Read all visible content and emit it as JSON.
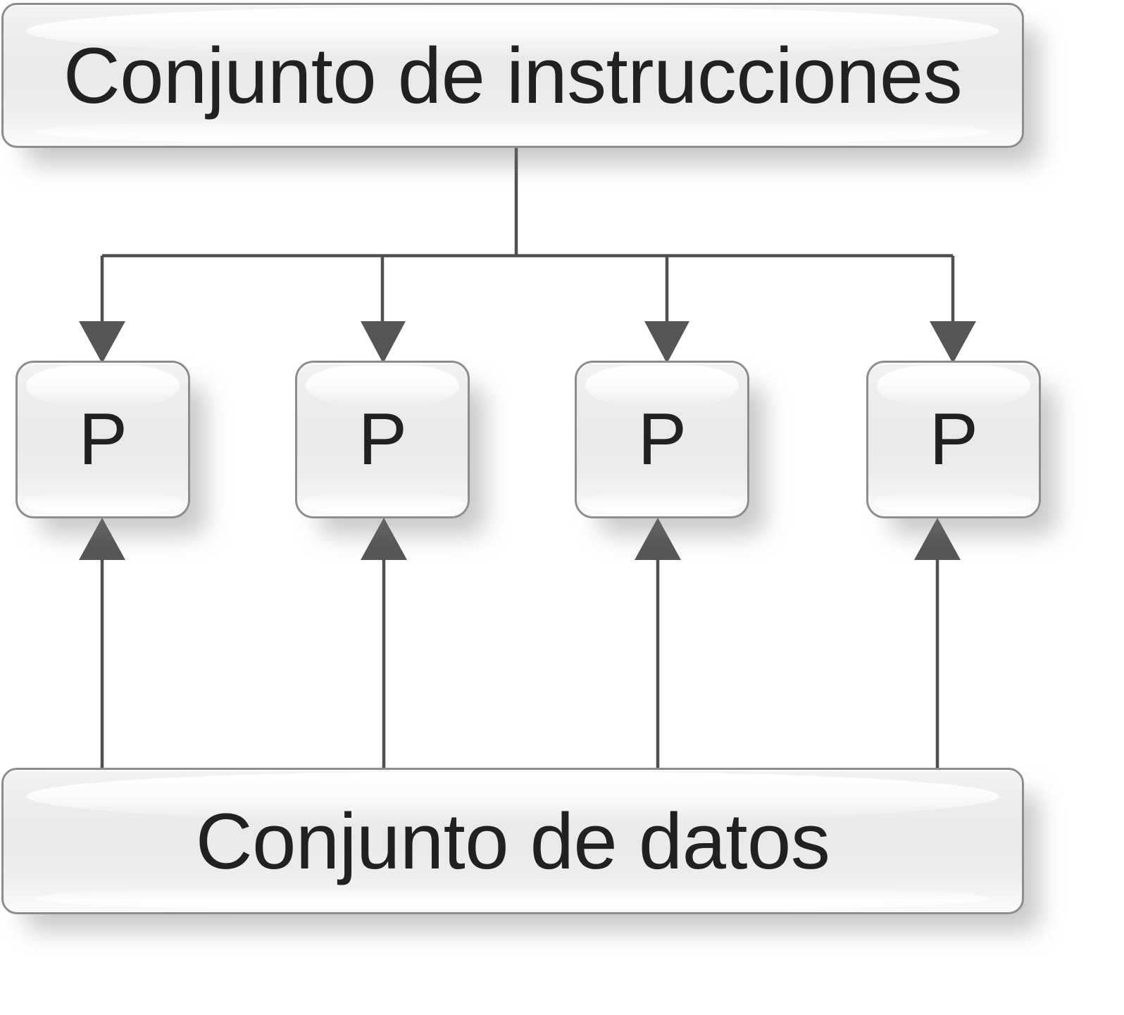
{
  "diagram": {
    "title_top": "Conjunto de instrucciones",
    "title_bottom": "Conjunto de datos",
    "processor_label": "P",
    "processors": [
      {
        "label": "P"
      },
      {
        "label": "P"
      },
      {
        "label": "P"
      },
      {
        "label": "P"
      }
    ],
    "colors": {
      "box_border": "#8d8d8d",
      "box_fill": "#ededed",
      "text": "#212121",
      "connector": "#4f4f4f",
      "arrow": "#565656",
      "background": "#ffffff"
    },
    "connections": {
      "instruction_to_processors": "broadcast-bus-down",
      "data_to_processors": "four-lines-up"
    }
  }
}
